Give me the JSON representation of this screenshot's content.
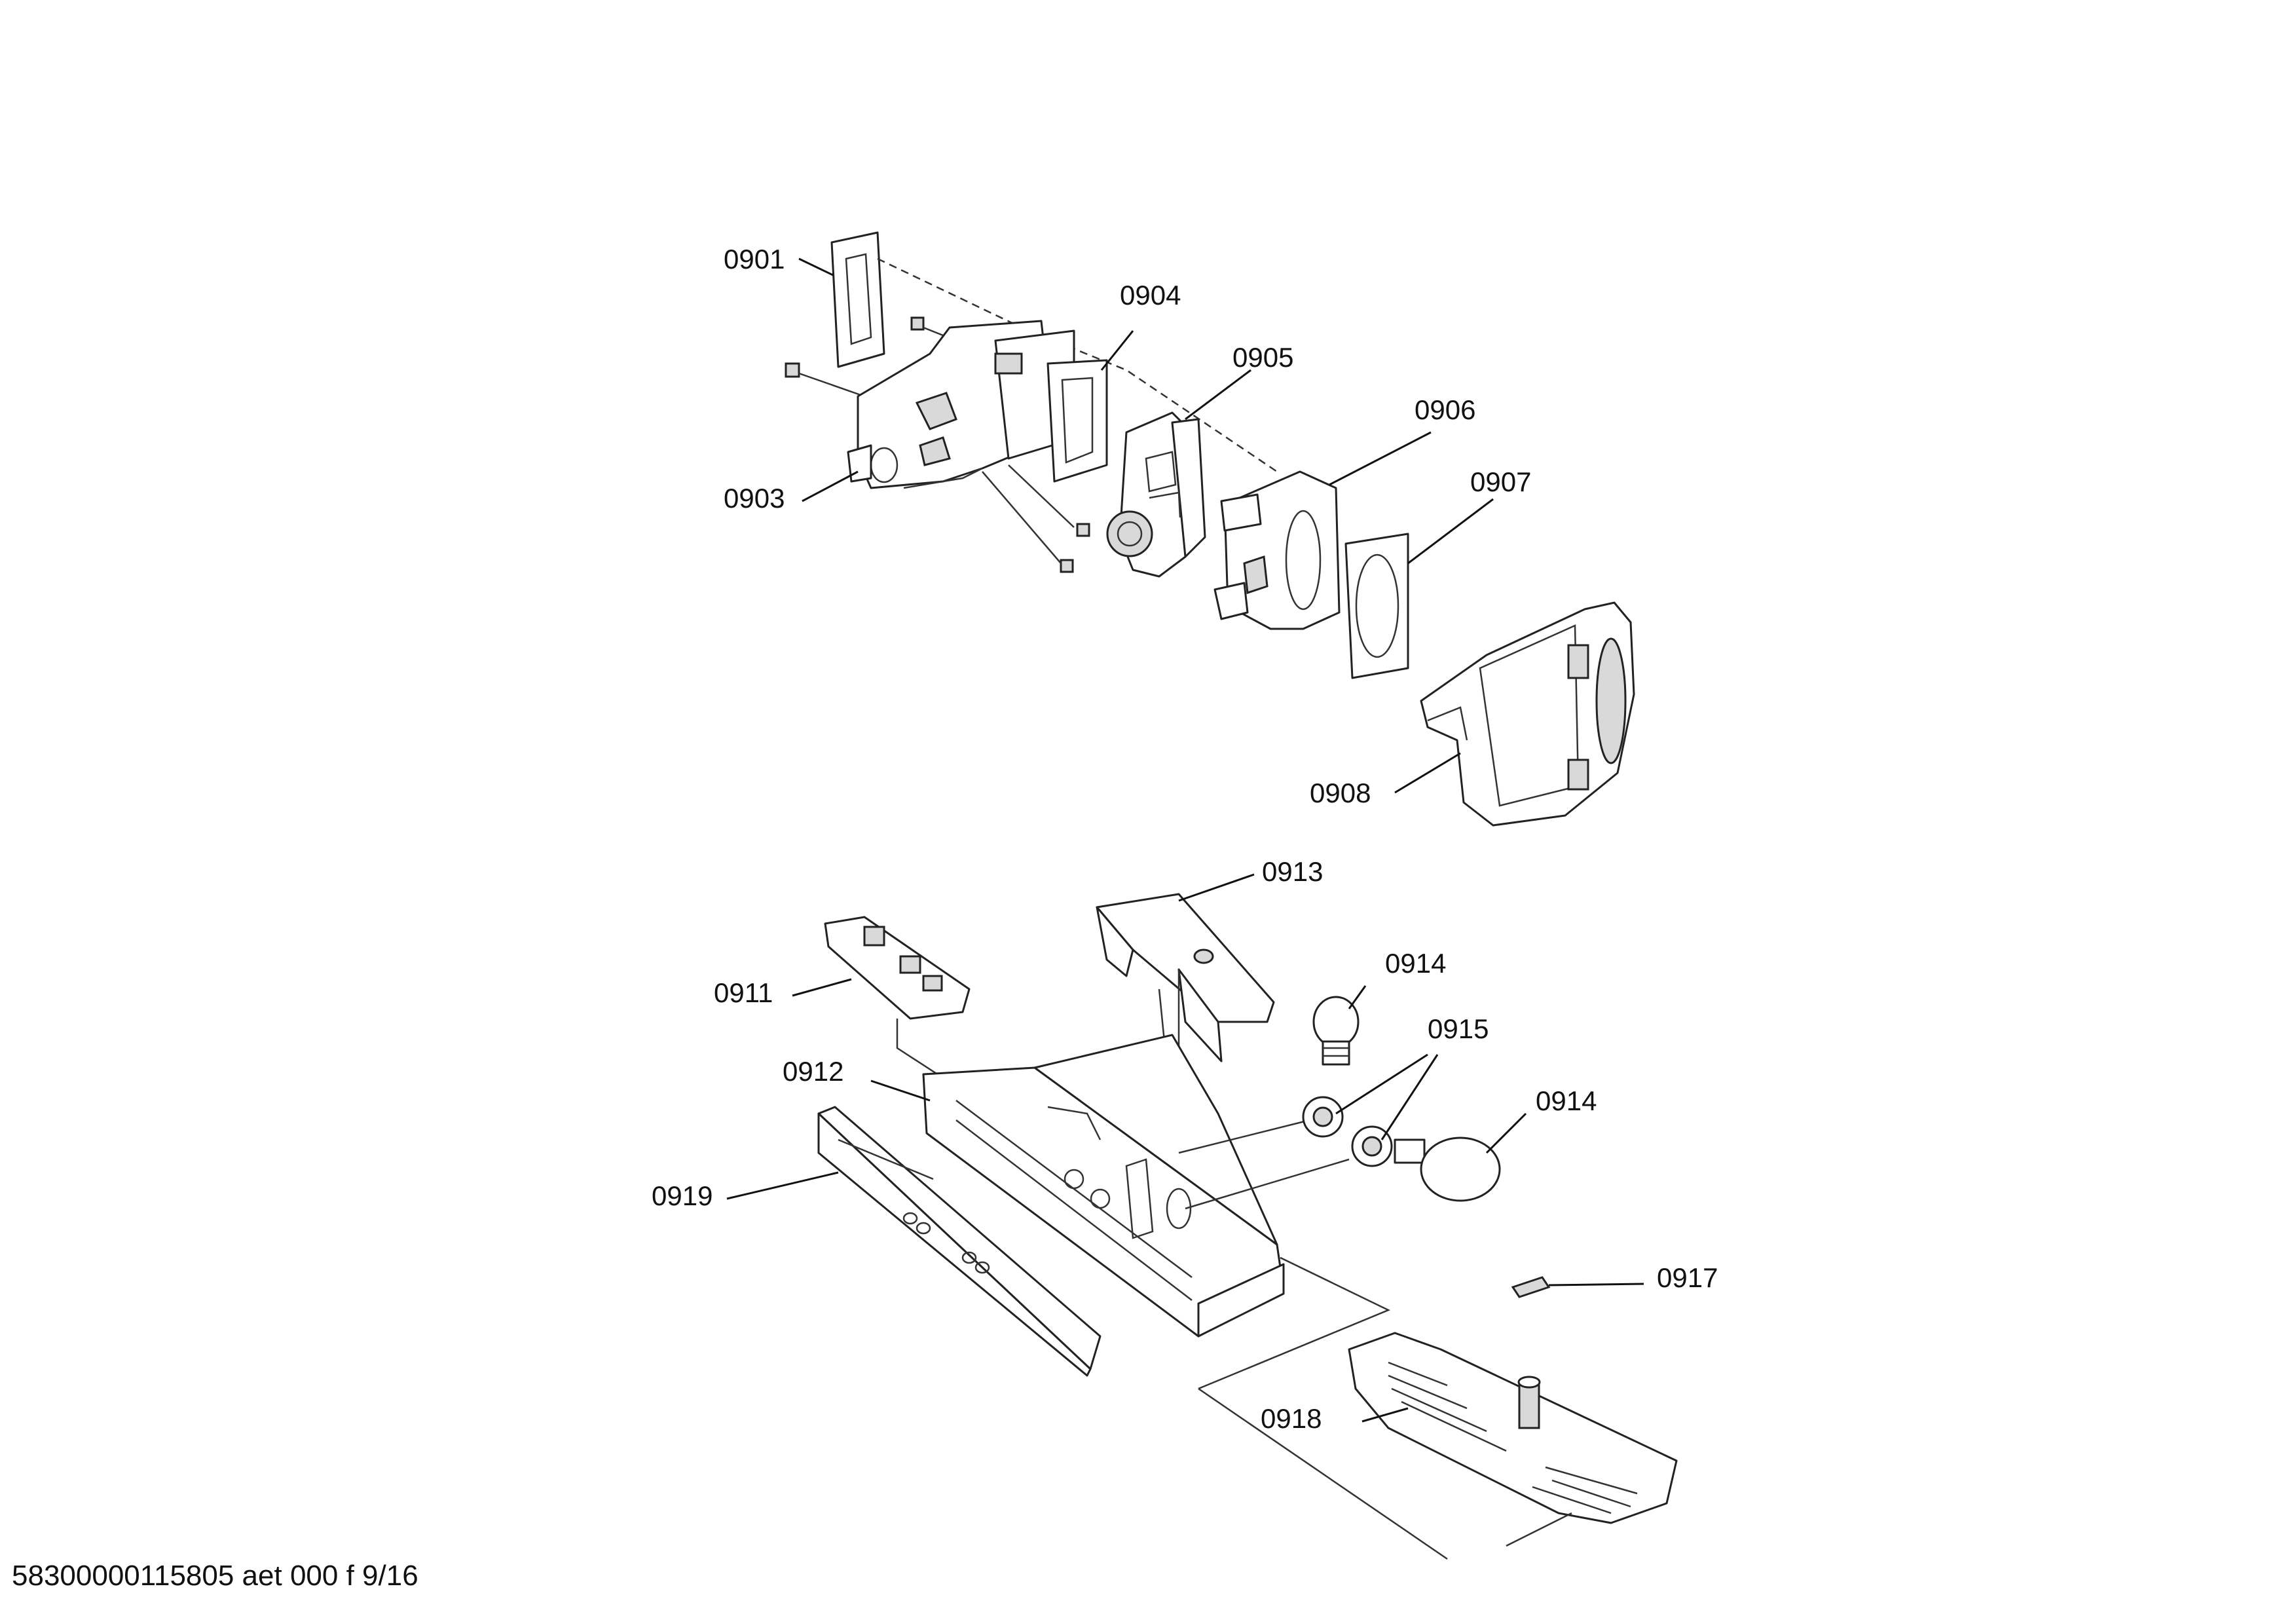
{
  "labels": {
    "p0901": "0901",
    "p0903": "0903",
    "p0904": "0904",
    "p0905": "0905",
    "p0906": "0906",
    "p0907": "0907",
    "p0908": "0908",
    "p0911": "0911",
    "p0912": "0912",
    "p0913": "0913",
    "p0914a": "0914",
    "p0914b": "0914",
    "p0915": "0915",
    "p0917": "0917",
    "p0918": "0918",
    "p0919": "0919"
  },
  "footer": {
    "document_ref": "58300000115805 aet 000 f 9/16"
  }
}
